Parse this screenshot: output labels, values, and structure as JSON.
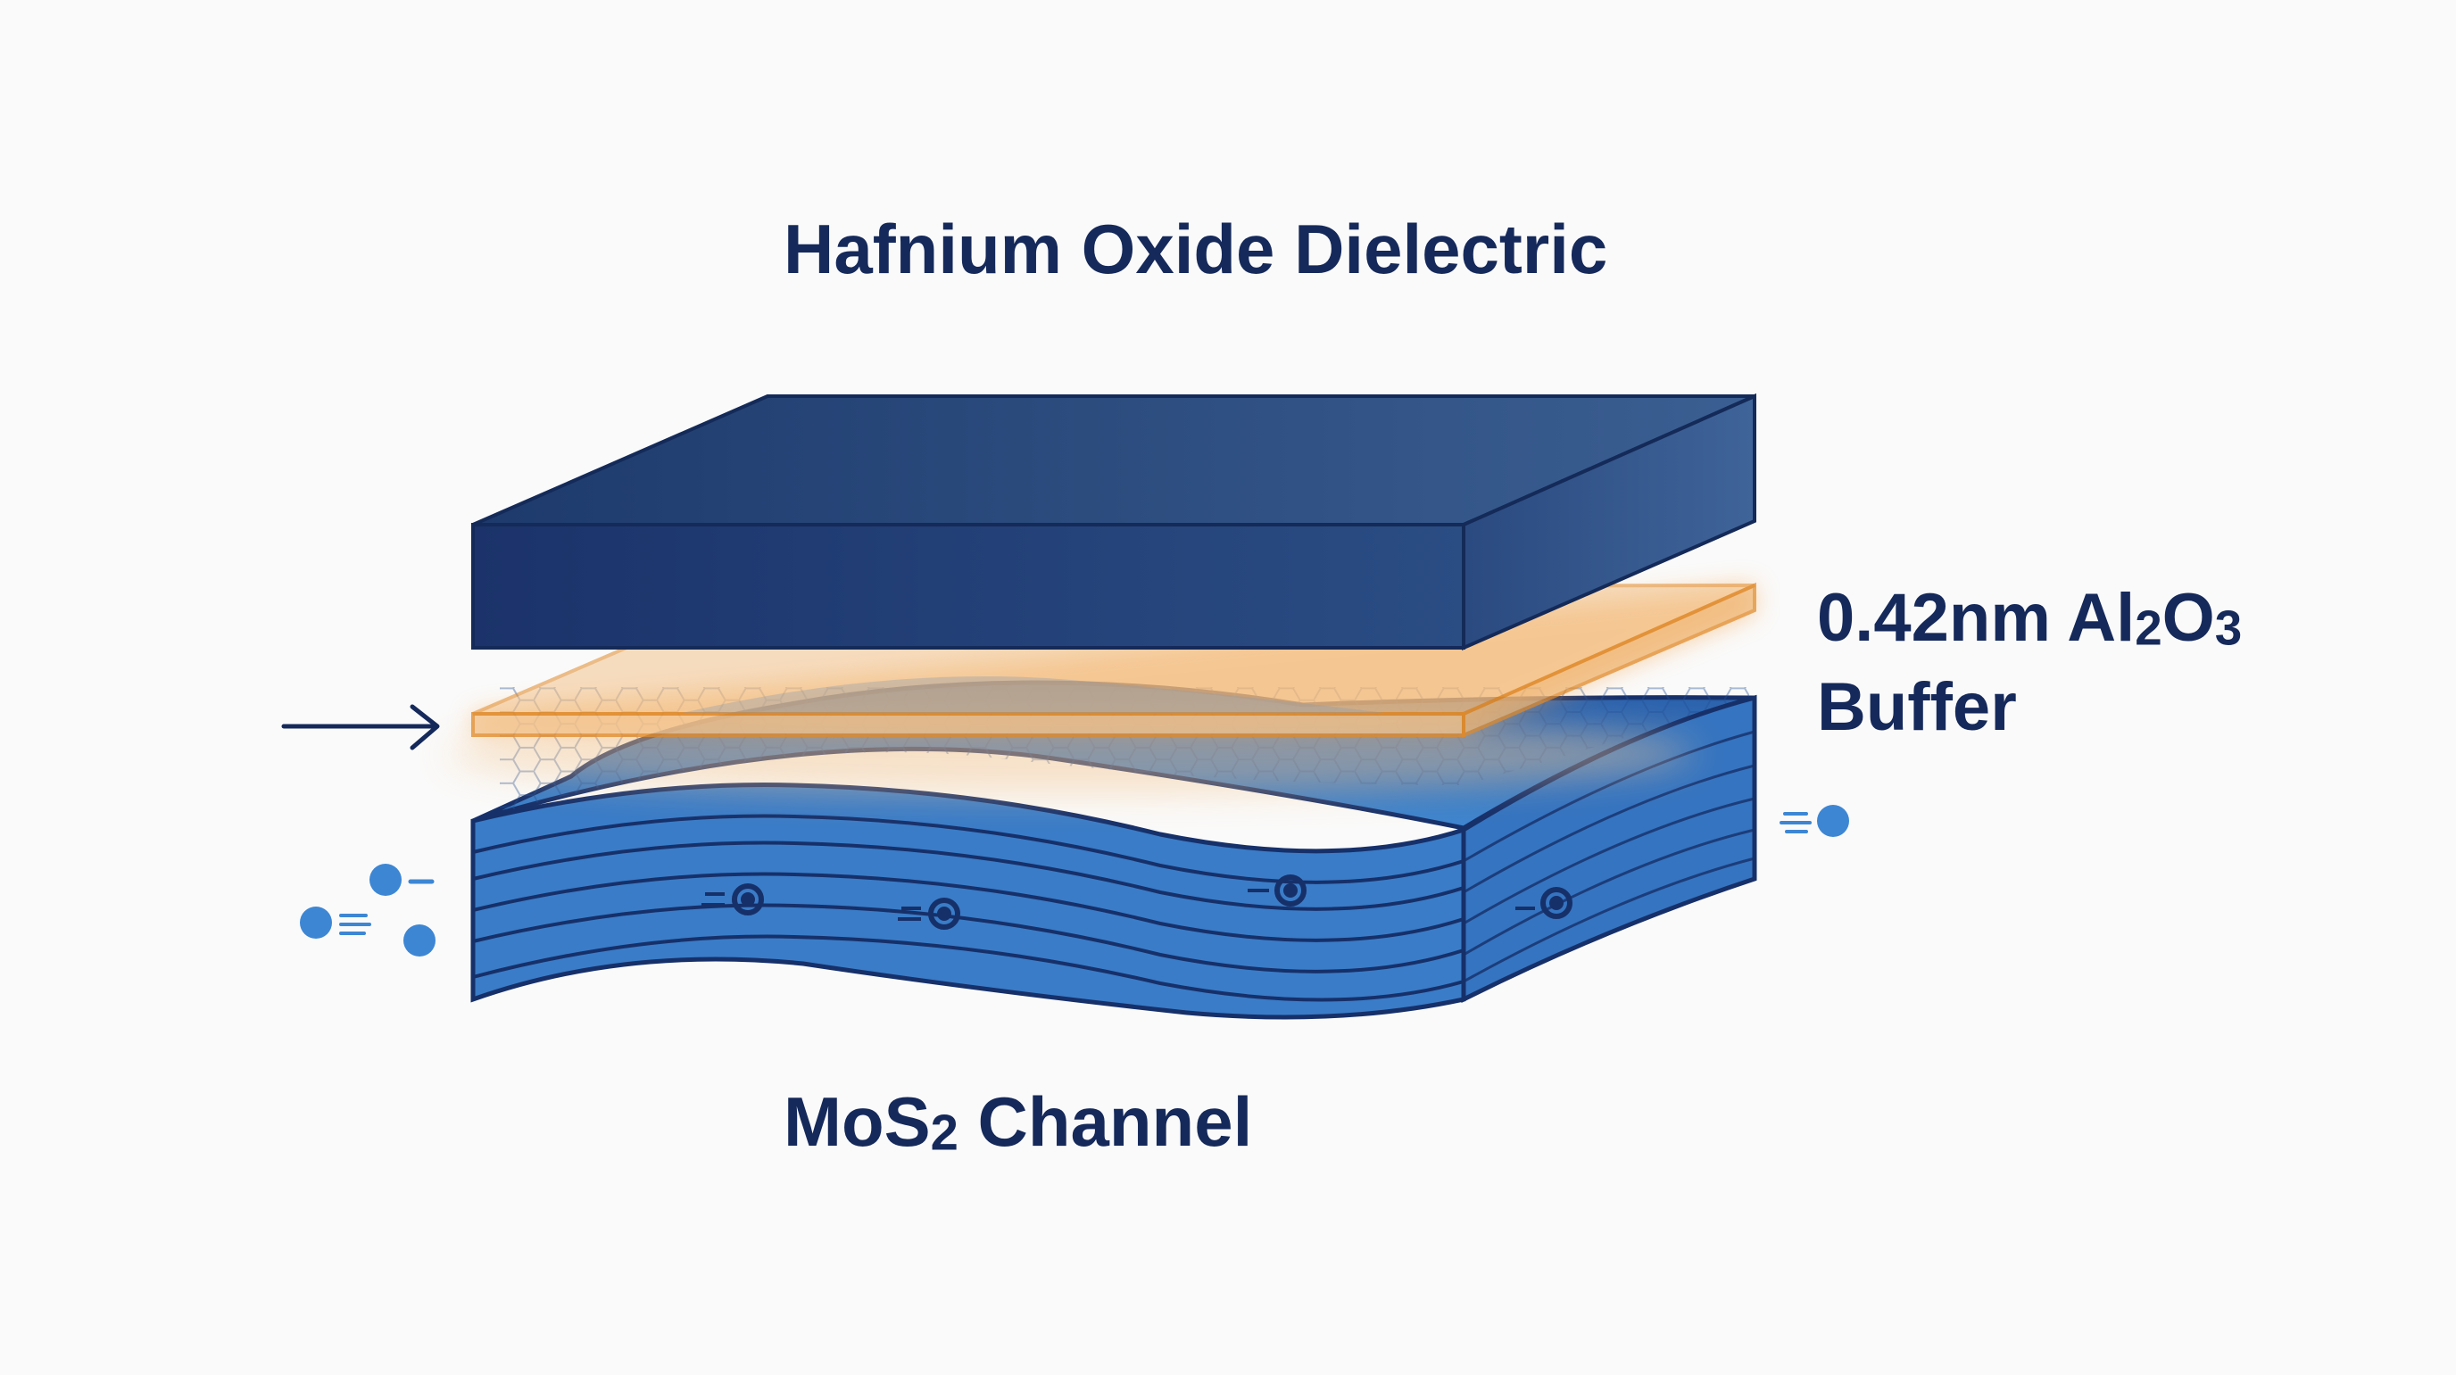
{
  "labels": {
    "dielectric": "Hafnium Oxide Dielectric",
    "buffer_line1": "0.42nm Al",
    "buffer_sub1": "2",
    "buffer_mid": "O",
    "buffer_sub2": "3",
    "buffer_line2": "Buffer",
    "channel_pre": "MoS",
    "channel_sub": "2",
    "channel_post": " Channel"
  },
  "colors": {
    "dielectric_front": "#1d3a6e",
    "dielectric_top": "#24427a",
    "dielectric_side": "#2f5288",
    "buffer_fill": "#f3c48e",
    "buffer_stroke": "#e08a2a",
    "channel_front": "#3a7cc7",
    "channel_side": "#3574c0",
    "channel_stroke": "#16306a",
    "carrier": "#3d86d4",
    "text": "#15295a"
  },
  "icons": {
    "arrow": "arrow-right-icon",
    "carrier": "electron-carrier-icon"
  }
}
